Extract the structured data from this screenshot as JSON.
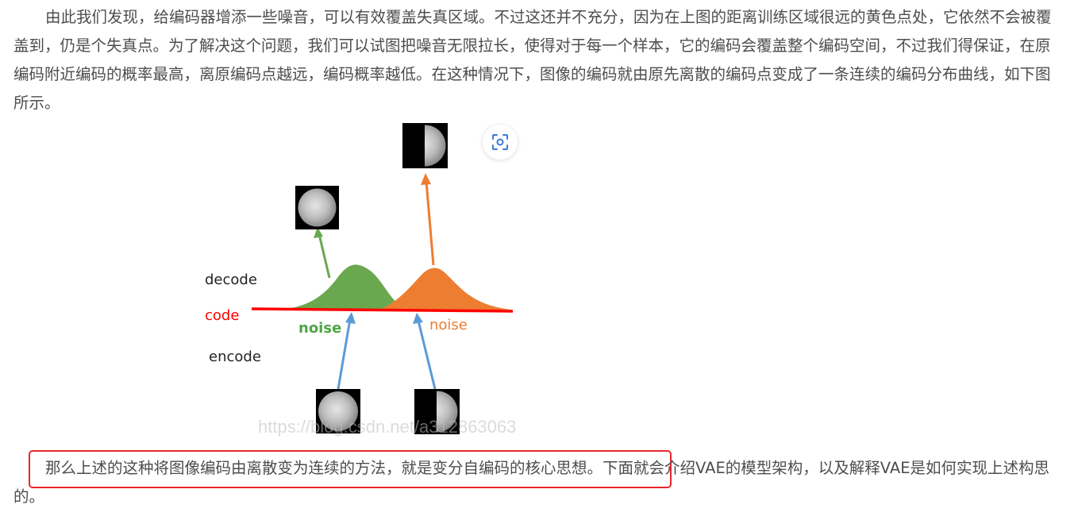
{
  "article": {
    "paragraph1": "由此我们发现，给编码器增添一些噪音，可以有效覆盖失真区域。不过这还并不充分，因为在上图的距离训练区域很远的黄色点处，它依然不会被覆盖到，仍是个失真点。为了解决这个问题，我们可以试图把噪音无限拉长，使得对于每一个样本，它的编码会覆盖整个编码空间，不过我们得保证，在原编码附近编码的概率最高，离原编码点越远，编码概率越低。在这种情况下，图像的编码就由原先离散的编码点变成了一条连续的编码分布曲线，如下图所示。",
    "paragraph2_highlighted": "那么上述的这种将图像编码由离散变为连续的方法，就是变分自编码的核心思想。",
    "paragraph2_rest": "下面就会介绍VAE的模型架构，以及解释VAE是如何实现上述构思的。"
  },
  "figure": {
    "labels": {
      "decode": "decode",
      "code": "code",
      "encode": "encode",
      "noise_green": "noise",
      "noise_orange": "noise"
    },
    "watermark": "https://blog.csdn.net/a312863063",
    "colors": {
      "green": "#6aa84f",
      "orange": "#ed7d31",
      "red": "#ff0000",
      "blue": "#5b9bd5",
      "highlight": "#e8262b",
      "text": "#4d4d4d"
    },
    "icons": [
      "full-moon-image",
      "half-moon-image",
      "scan-icon"
    ]
  }
}
